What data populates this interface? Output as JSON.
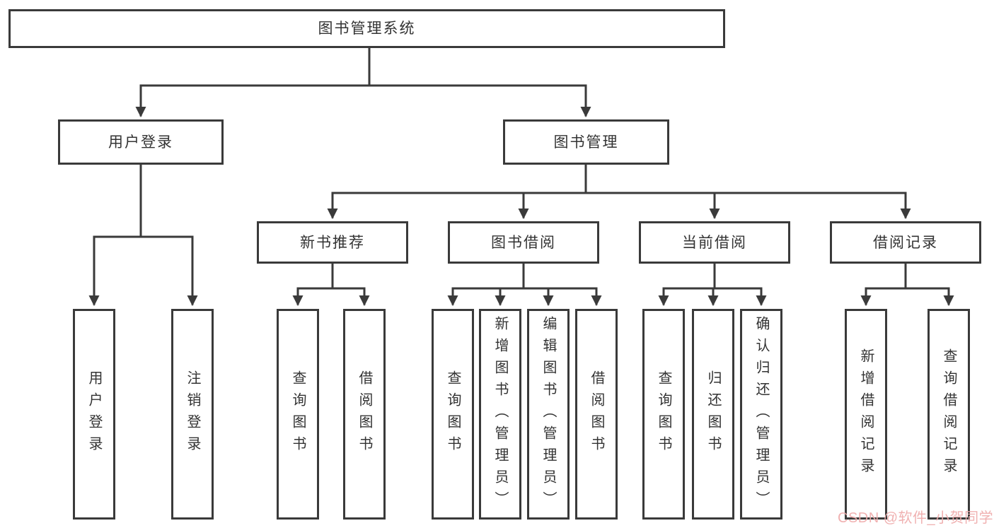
{
  "diagram": {
    "title": "图书管理系统",
    "colors": {
      "line": "#3a3a3a",
      "text": "#333333",
      "background": "#ffffff",
      "watermark": "#efabab"
    },
    "nodes": {
      "root": {
        "label": "图书管理系统"
      },
      "user_login": {
        "label": "用户登录"
      },
      "book_mgmt": {
        "label": "图书管理"
      },
      "new_books": {
        "label": "新书推荐"
      },
      "book_borrow": {
        "label": "图书借阅"
      },
      "current_borrow": {
        "label": "当前借阅"
      },
      "borrow_record": {
        "label": "借阅记录"
      },
      "leaf_login": {
        "label": "用户登录"
      },
      "leaf_logout": {
        "label": "注销登录"
      },
      "leaf_nb_query": {
        "label": "查询图书"
      },
      "leaf_nb_borrow": {
        "label": "借阅图书"
      },
      "leaf_bw_query": {
        "label": "查询图书"
      },
      "leaf_bw_add": {
        "label": "新增图书（管理员）"
      },
      "leaf_bw_edit": {
        "label": "编辑图书（管理员）"
      },
      "leaf_bw_borrow": {
        "label": "借阅图书"
      },
      "leaf_cu_query": {
        "label": "查询图书"
      },
      "leaf_cu_return": {
        "label": "归还图书"
      },
      "leaf_cu_confirm": {
        "label": "确认归还（管理员）"
      },
      "leaf_rec_add": {
        "label": "新增借阅记录"
      },
      "leaf_rec_query": {
        "label": "查询借阅记录"
      }
    },
    "hierarchy": {
      "root": [
        "user_login",
        "book_mgmt"
      ],
      "user_login": [
        "leaf_login",
        "leaf_logout"
      ],
      "book_mgmt": [
        "new_books",
        "book_borrow",
        "current_borrow",
        "borrow_record"
      ],
      "new_books": [
        "leaf_nb_query",
        "leaf_nb_borrow"
      ],
      "book_borrow": [
        "leaf_bw_query",
        "leaf_bw_add",
        "leaf_bw_edit",
        "leaf_bw_borrow"
      ],
      "current_borrow": [
        "leaf_cu_query",
        "leaf_cu_return",
        "leaf_cu_confirm"
      ],
      "borrow_record": [
        "leaf_rec_add",
        "leaf_rec_query"
      ]
    }
  },
  "watermark": {
    "text": "CSDN @软件_小贺同学"
  }
}
